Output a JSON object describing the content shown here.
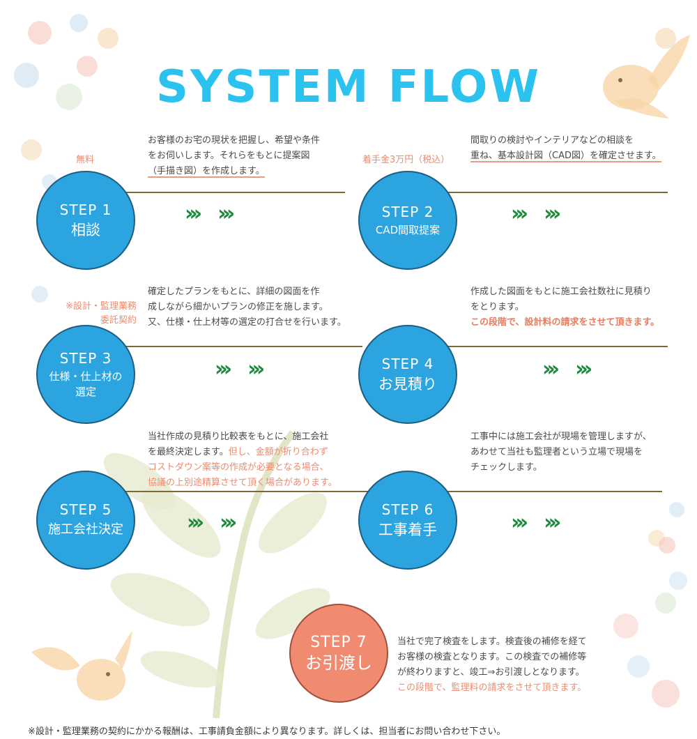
{
  "title": "SYSTEM FLOW",
  "colors": {
    "title": "#2cc2ef",
    "circle_blue": "#2ba4e0",
    "circle_orange": "#f08a70",
    "arrow_green": "#1f8a3e",
    "highlight": "#ee8a6e"
  },
  "arrow_glyph": "›››",
  "steps": [
    {
      "step": "STEP 1",
      "name": "相談",
      "note": [
        "無料"
      ],
      "desc": [
        "お客様のお宅の現状を把握し、希望や条件",
        "をお伺いします。それらをもとに提案図",
        "（手描き図）を作成します。"
      ]
    },
    {
      "step": "STEP 2",
      "name": "CAD間取提案",
      "note": [
        "着手金3万円（税込）"
      ],
      "desc": [
        "間取りの検討やインテリアなどの相談を",
        "重ね、基本設計図（CAD図）を確定させます。"
      ]
    },
    {
      "step": "STEP 3",
      "name": "仕様・仕上材の選定",
      "name_lines": [
        "仕様・仕上材の",
        "選定"
      ],
      "note": [
        "※設計・監理業務",
        "委託契約"
      ],
      "desc": [
        "確定したプランをもとに、詳細の図面を作",
        "成しながら細かいプランの修正を施します。",
        "又、仕様・仕上材等の選定の打合せを行います。"
      ]
    },
    {
      "step": "STEP 4",
      "name": "お見積り",
      "desc": [
        "作成した図面をもとに施工会社数社に見積り",
        "をとります。"
      ],
      "desc_highlight": "この段階で、設計料の請求をさせて頂きます。"
    },
    {
      "step": "STEP 5",
      "name": "施工会社決定",
      "desc": [
        "当社作成の見積り比較表をもとに、施工会社",
        "を最終決定します。"
      ],
      "desc_inline_highlight": "但し、金額が折り合わず",
      "desc_highlight_lines": [
        "コストダウン案等の作成が必要となる場合、",
        "協議の上別途精算させて頂く場合があります。"
      ]
    },
    {
      "step": "STEP 6",
      "name": "工事着手",
      "desc": [
        "工事中には施工会社が現場を管理しますが、",
        "あわせて当社も監理者という立場で現場を",
        "チェックします。"
      ]
    },
    {
      "step": "STEP 7",
      "name": "お引渡し",
      "desc": [
        "当社で完了検査をします。検査後の補修を経て",
        "お客様の検査となります。この検査での補修等",
        "が終わりますと、竣工⇒お引渡しとなります。"
      ],
      "desc_highlight": "この段階で、監理料の請求をさせて頂きます。"
    }
  ],
  "footer": "※設計・監理業務の契約にかかる報酬は、工事請負金額により異なります。詳しくは、担当者にお問い合わせ下さい。"
}
